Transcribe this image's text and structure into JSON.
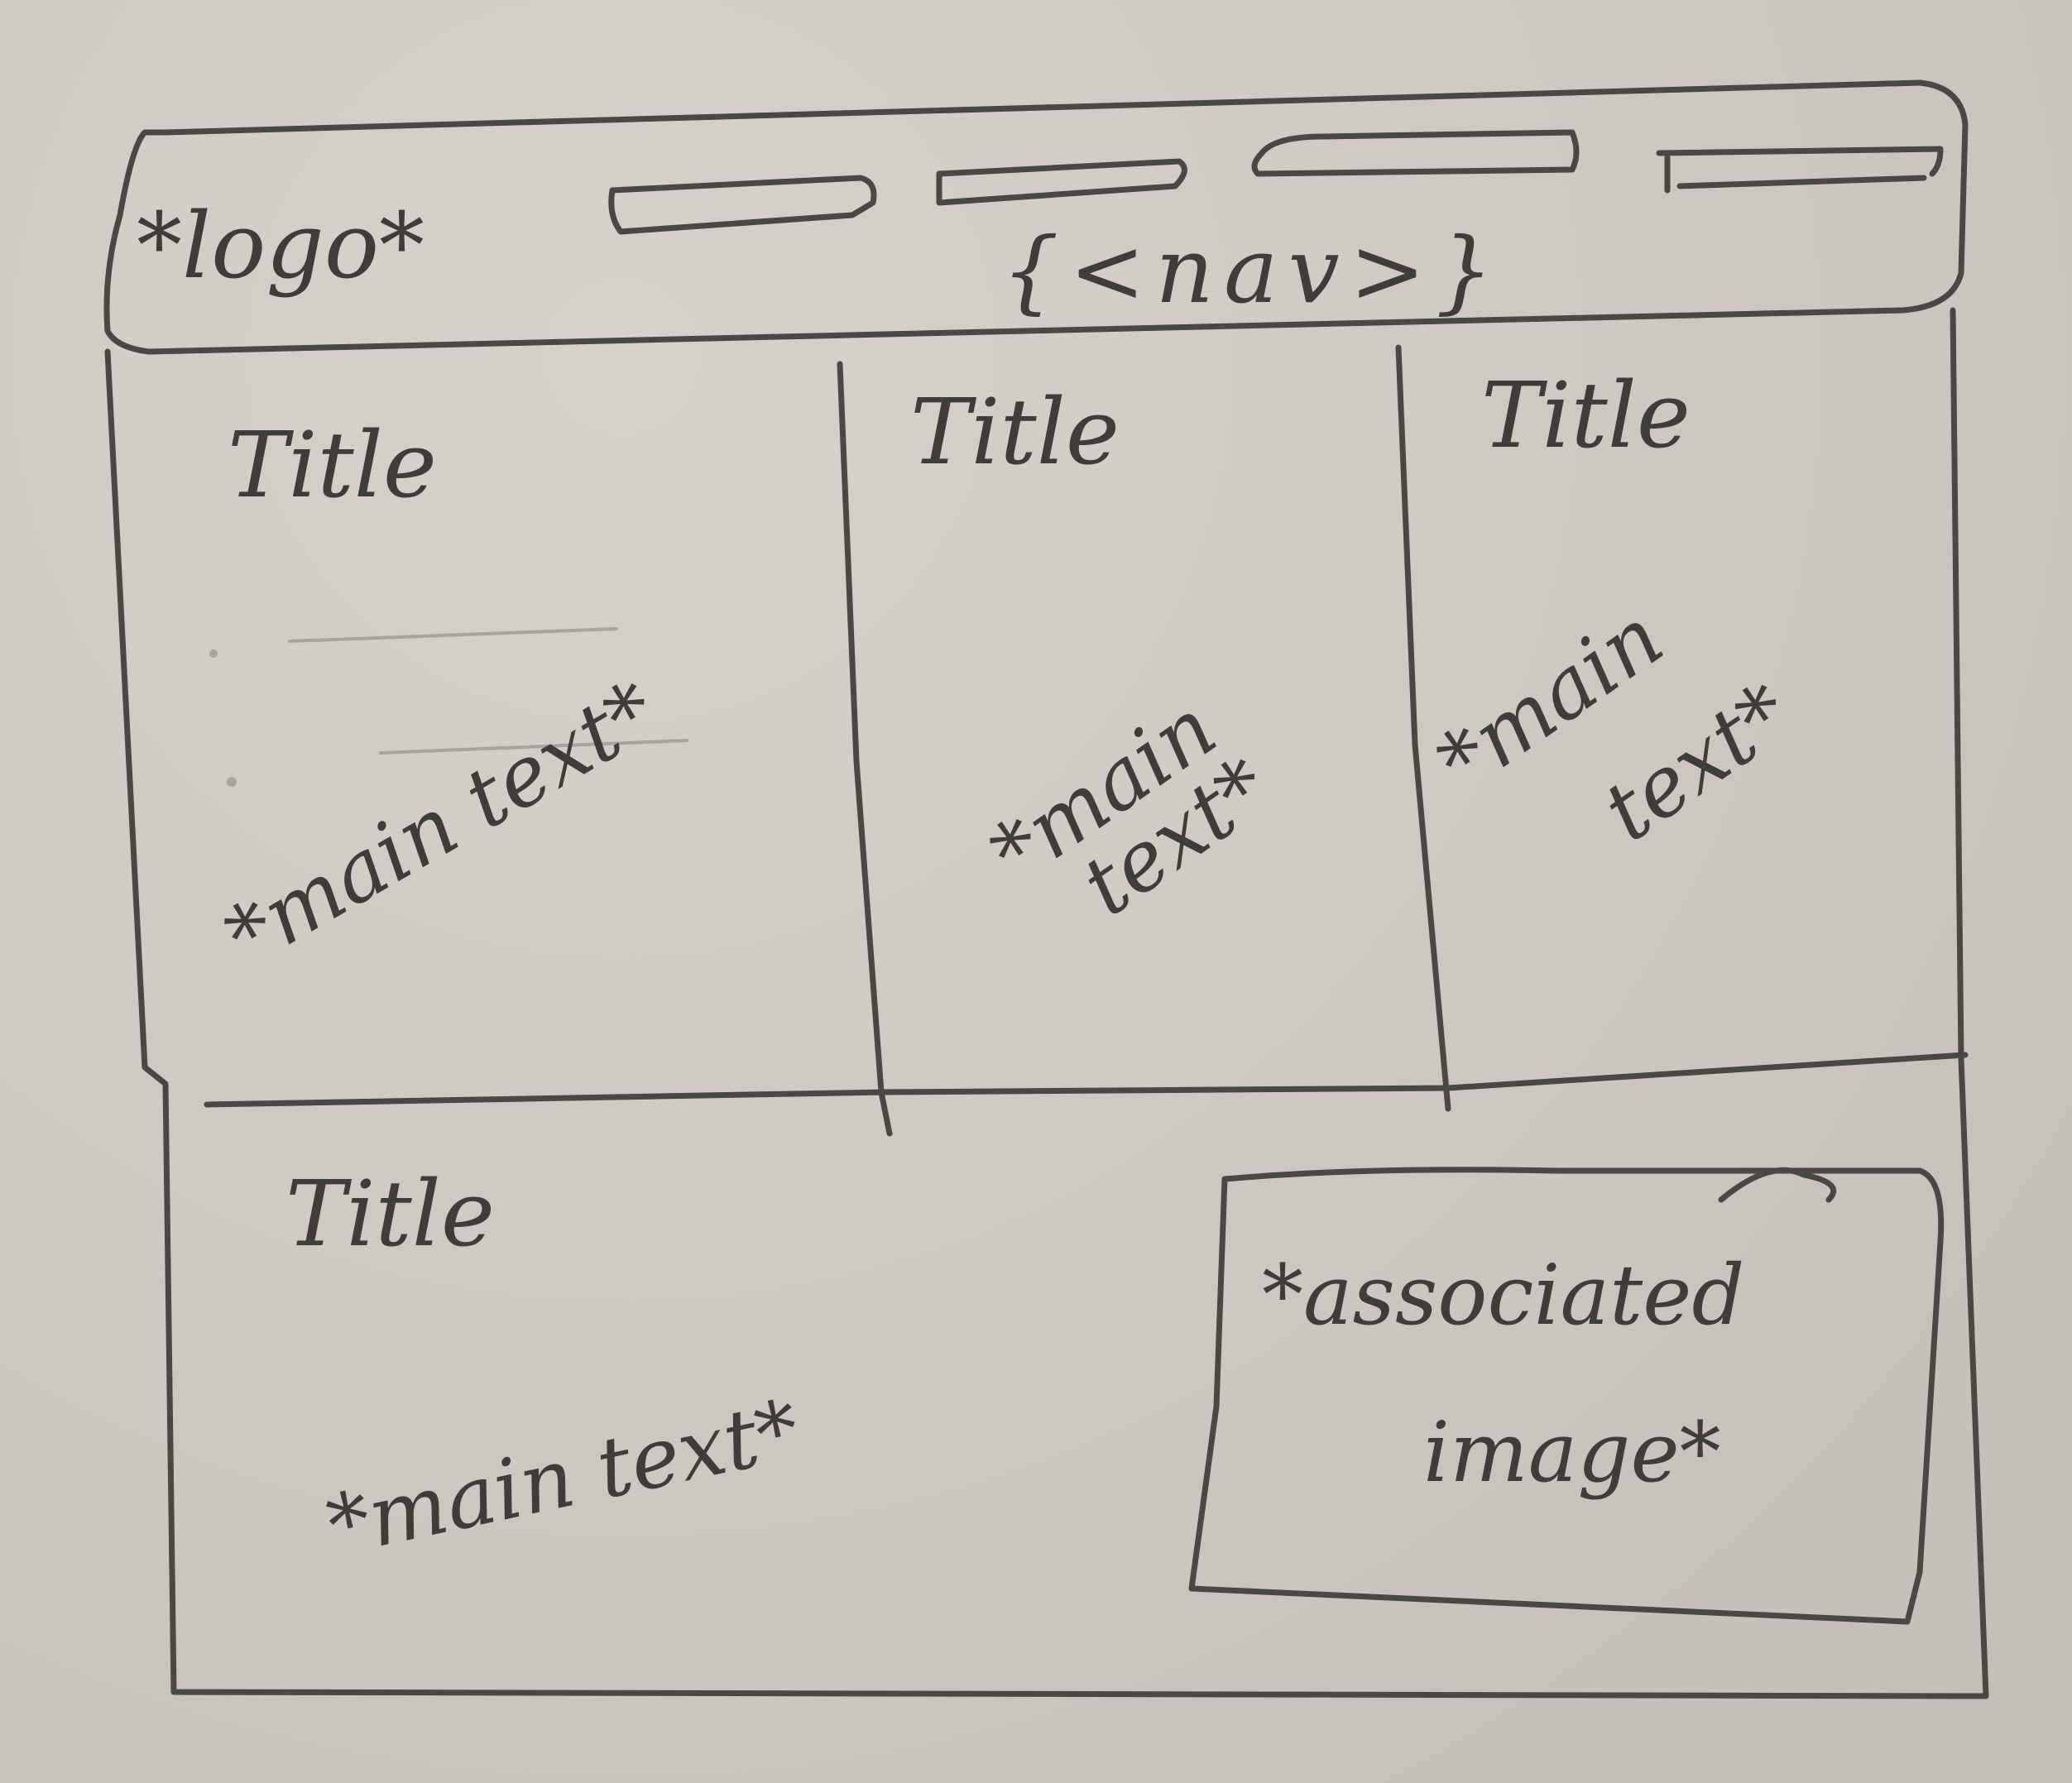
{
  "header": {
    "logo": "*logo*",
    "nav": "{<nav>}"
  },
  "columns": [
    {
      "title": "Title",
      "body": "*main text*"
    },
    {
      "title": "Title",
      "body_line1": "*main",
      "body_line2": "text*"
    },
    {
      "title": "Title",
      "body_line1": "*main",
      "body_line2": "text*"
    }
  ],
  "bottom": {
    "title": "Title",
    "body": "*main text*",
    "image_line1": "*associated",
    "image_line2": "image*"
  }
}
